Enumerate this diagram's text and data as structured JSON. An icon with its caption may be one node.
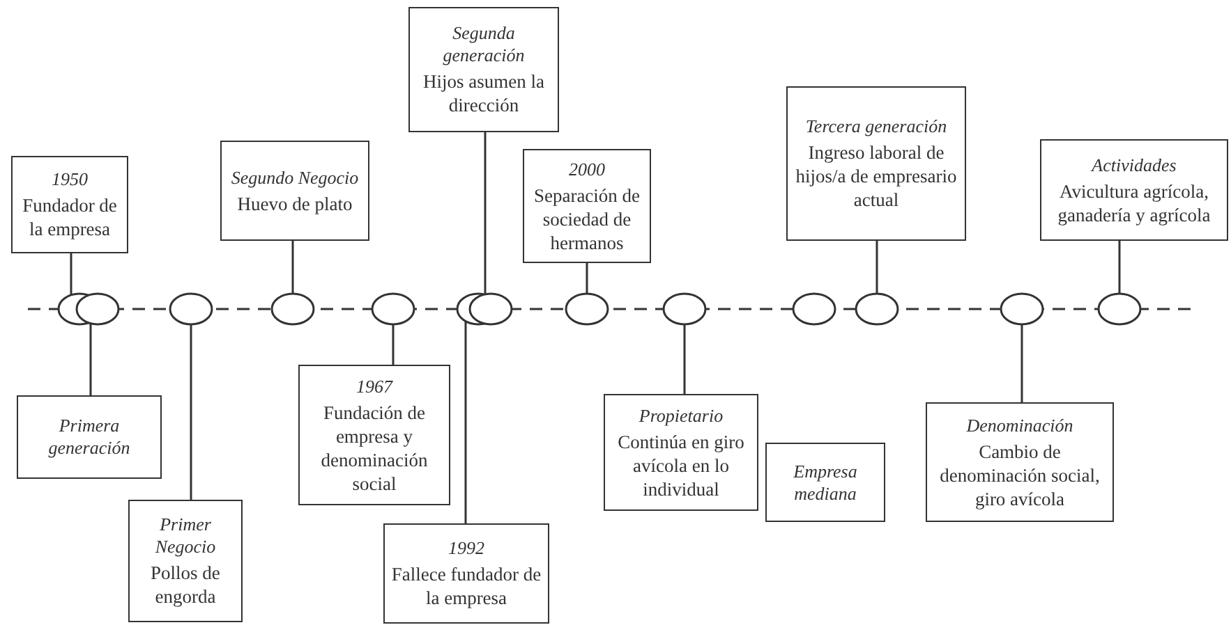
{
  "diagram": {
    "nodes": [
      {
        "text": [
          "1950",
          "Fundador de la empresa"
        ]
      },
      {
        "text": [
          "Segundo Negocio",
          "Huevo de plato"
        ]
      },
      {
        "text": [
          "Segunda generación",
          "Hijos asumen la dirección"
        ]
      },
      {
        "text": [
          "2000",
          "Separación de sociedad de hermanos"
        ]
      },
      {
        "text": [
          "Tercera generación",
          "Ingreso laboral de hijos/a de empresario actual"
        ]
      },
      {
        "text": [
          "Actividades",
          "Avicultura agrícola, ganadería y agrícola"
        ]
      },
      {
        "text": [],
        "shape": "ellipse"
      },
      {
        "text": [],
        "shape": "ellipse"
      },
      {
        "text": [],
        "shape": "ellipse"
      },
      {
        "text": [],
        "shape": "ellipse"
      },
      {
        "text": [],
        "shape": "ellipse"
      },
      {
        "text": [],
        "shape": "ellipse"
      },
      {
        "text": [],
        "shape": "ellipse"
      },
      {
        "text": [],
        "shape": "ellipse"
      },
      {
        "text": [],
        "shape": "ellipse"
      },
      {
        "text": [],
        "shape": "ellipse"
      },
      {
        "text": [],
        "shape": "ellipse"
      },
      {
        "text": [],
        "shape": "ellipse"
      },
      {
        "text": [],
        "shape": "ellipse"
      },
      {
        "text": [
          "Primera generación"
        ]
      },
      {
        "text": [
          "Primer Negocio",
          "Pollos de engorda"
        ]
      },
      {
        "text": [
          "1967",
          "Fundación de empresa y denominación social"
        ]
      },
      {
        "text": [
          "1992",
          "Fallece fundador de la empresa"
        ]
      },
      {
        "text": [
          "Propietario",
          "Continúa en giro avícola en lo individual"
        ]
      },
      {
        "text": [
          "Empresa mediana"
        ]
      },
      {
        "text": [
          "Denominación",
          "Cambio de denominación social, giro avícola"
        ]
      }
    ],
    "edges": [
      {
        "from": 0,
        "to": 6,
        "arrow": "none"
      },
      {
        "from": 1,
        "to": 9,
        "arrow": "none"
      },
      {
        "from": 2,
        "to": 12,
        "arrow": "none"
      },
      {
        "from": 3,
        "to": 13,
        "arrow": "none"
      },
      {
        "from": 4,
        "to": 16,
        "arrow": "none"
      },
      {
        "from": 5,
        "to": 18,
        "arrow": "none"
      },
      {
        "from": 19,
        "to": 7,
        "arrow": "none"
      },
      {
        "from": 20,
        "to": 8,
        "arrow": "none"
      },
      {
        "from": 21,
        "to": 10,
        "arrow": "none"
      },
      {
        "from": 22,
        "to": 11,
        "arrow": "none"
      },
      {
        "from": 23,
        "to": 14,
        "arrow": "none"
      },
      {
        "from": 25,
        "to": 17,
        "arrow": "none"
      }
    ]
  }
}
